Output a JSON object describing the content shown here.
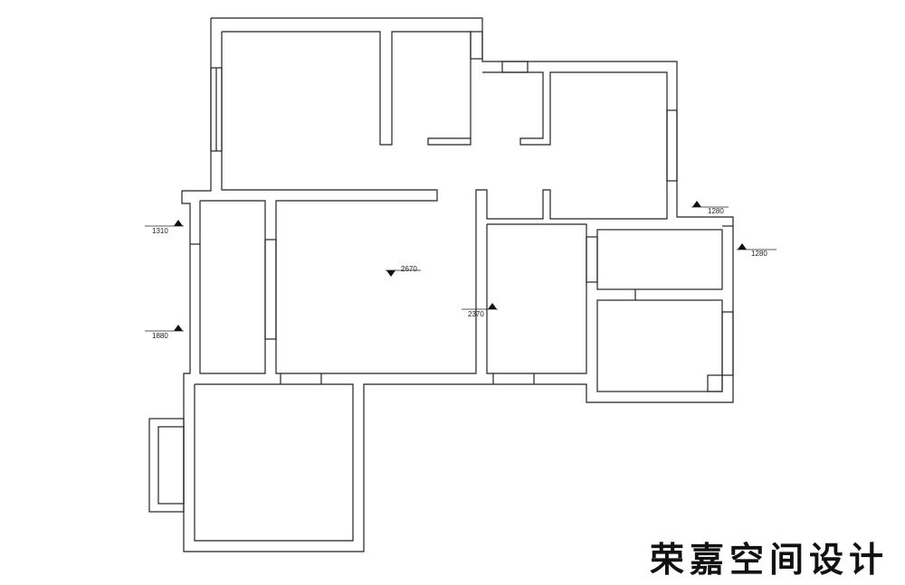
{
  "plan": {
    "levels": [
      {
        "id": "left-upper",
        "value": "1310",
        "dir": "up"
      },
      {
        "id": "left-lower",
        "value": "1880",
        "dir": "up"
      },
      {
        "id": "living",
        "value": "2670",
        "dir": "down"
      },
      {
        "id": "kitchen",
        "value": "2370",
        "dir": "up"
      },
      {
        "id": "right-top",
        "value": "1280",
        "dir": "up"
      },
      {
        "id": "right-side",
        "value": "1280",
        "dir": "up"
      }
    ]
  },
  "brand": {
    "text": "荣嘉空间设计"
  },
  "colors": {
    "line": "#222222",
    "background": "#ffffff"
  }
}
